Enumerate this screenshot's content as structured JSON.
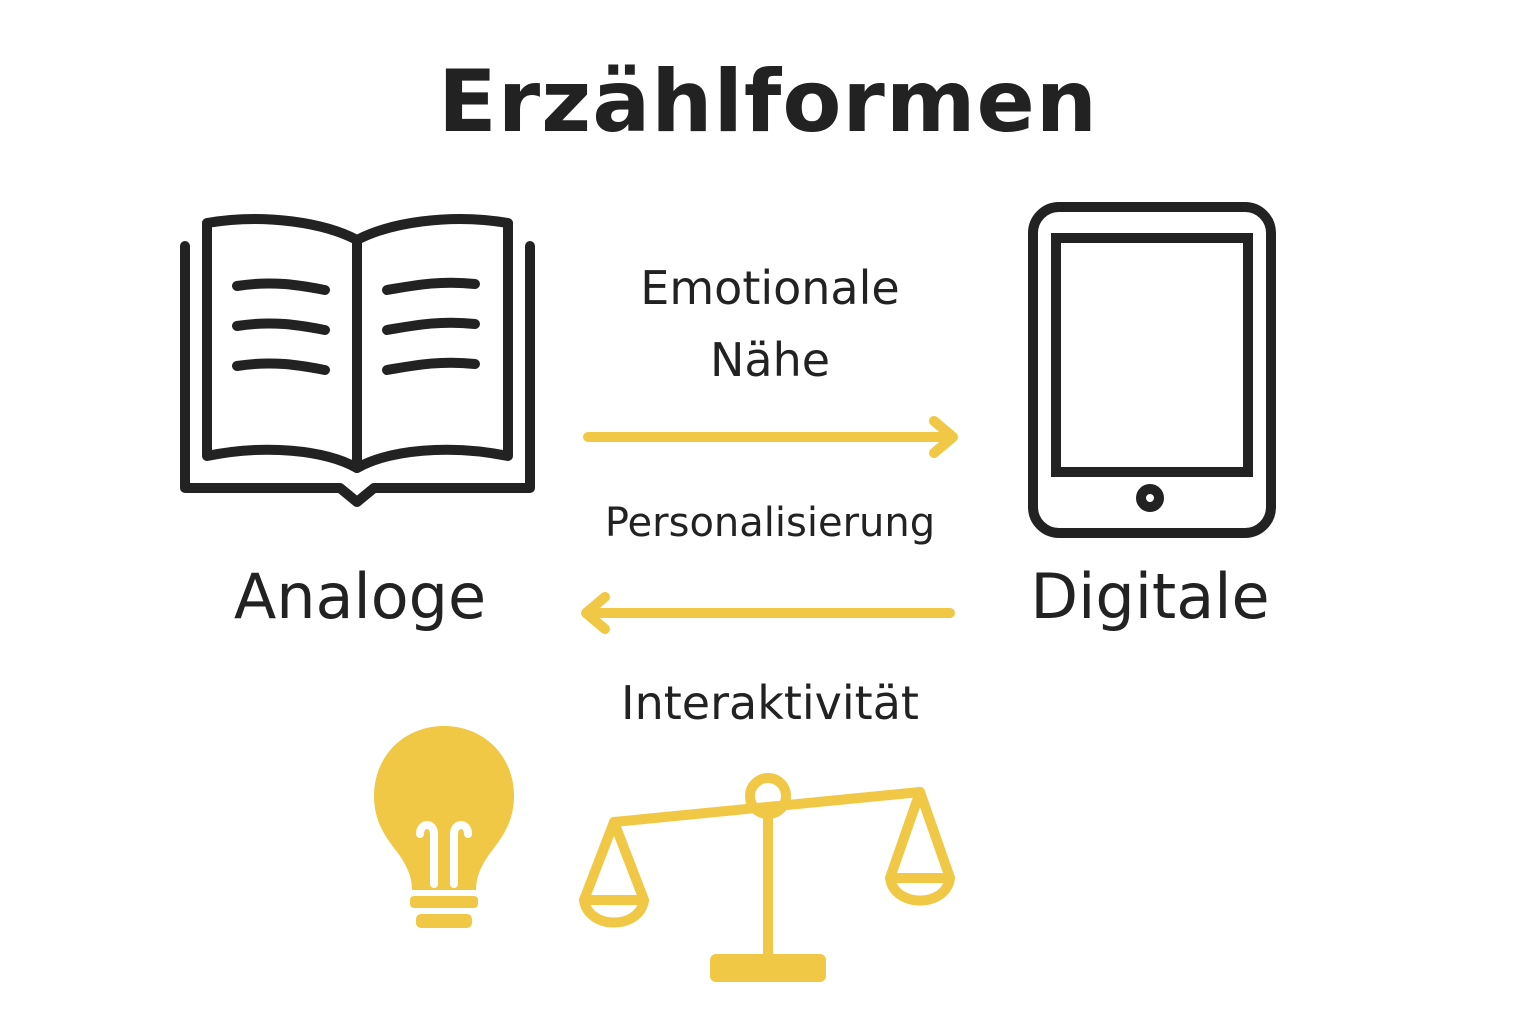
{
  "title": "Erzählformen",
  "nodes": {
    "analog_label": "Analoge",
    "digital_label": "Digitale"
  },
  "connections": {
    "emotional_line1": "Emotionale",
    "emotional_line2": "Nähe",
    "personalization": "Personalisierung",
    "interactivity": "Interaktivität"
  },
  "icons": {
    "analog": "open-book-icon",
    "digital": "tablet-icon",
    "idea": "lightbulb-icon",
    "balance": "balance-scale-icon"
  },
  "colors": {
    "text": "#222222",
    "accent": "#F0C846",
    "background": "#FFFFFF"
  }
}
